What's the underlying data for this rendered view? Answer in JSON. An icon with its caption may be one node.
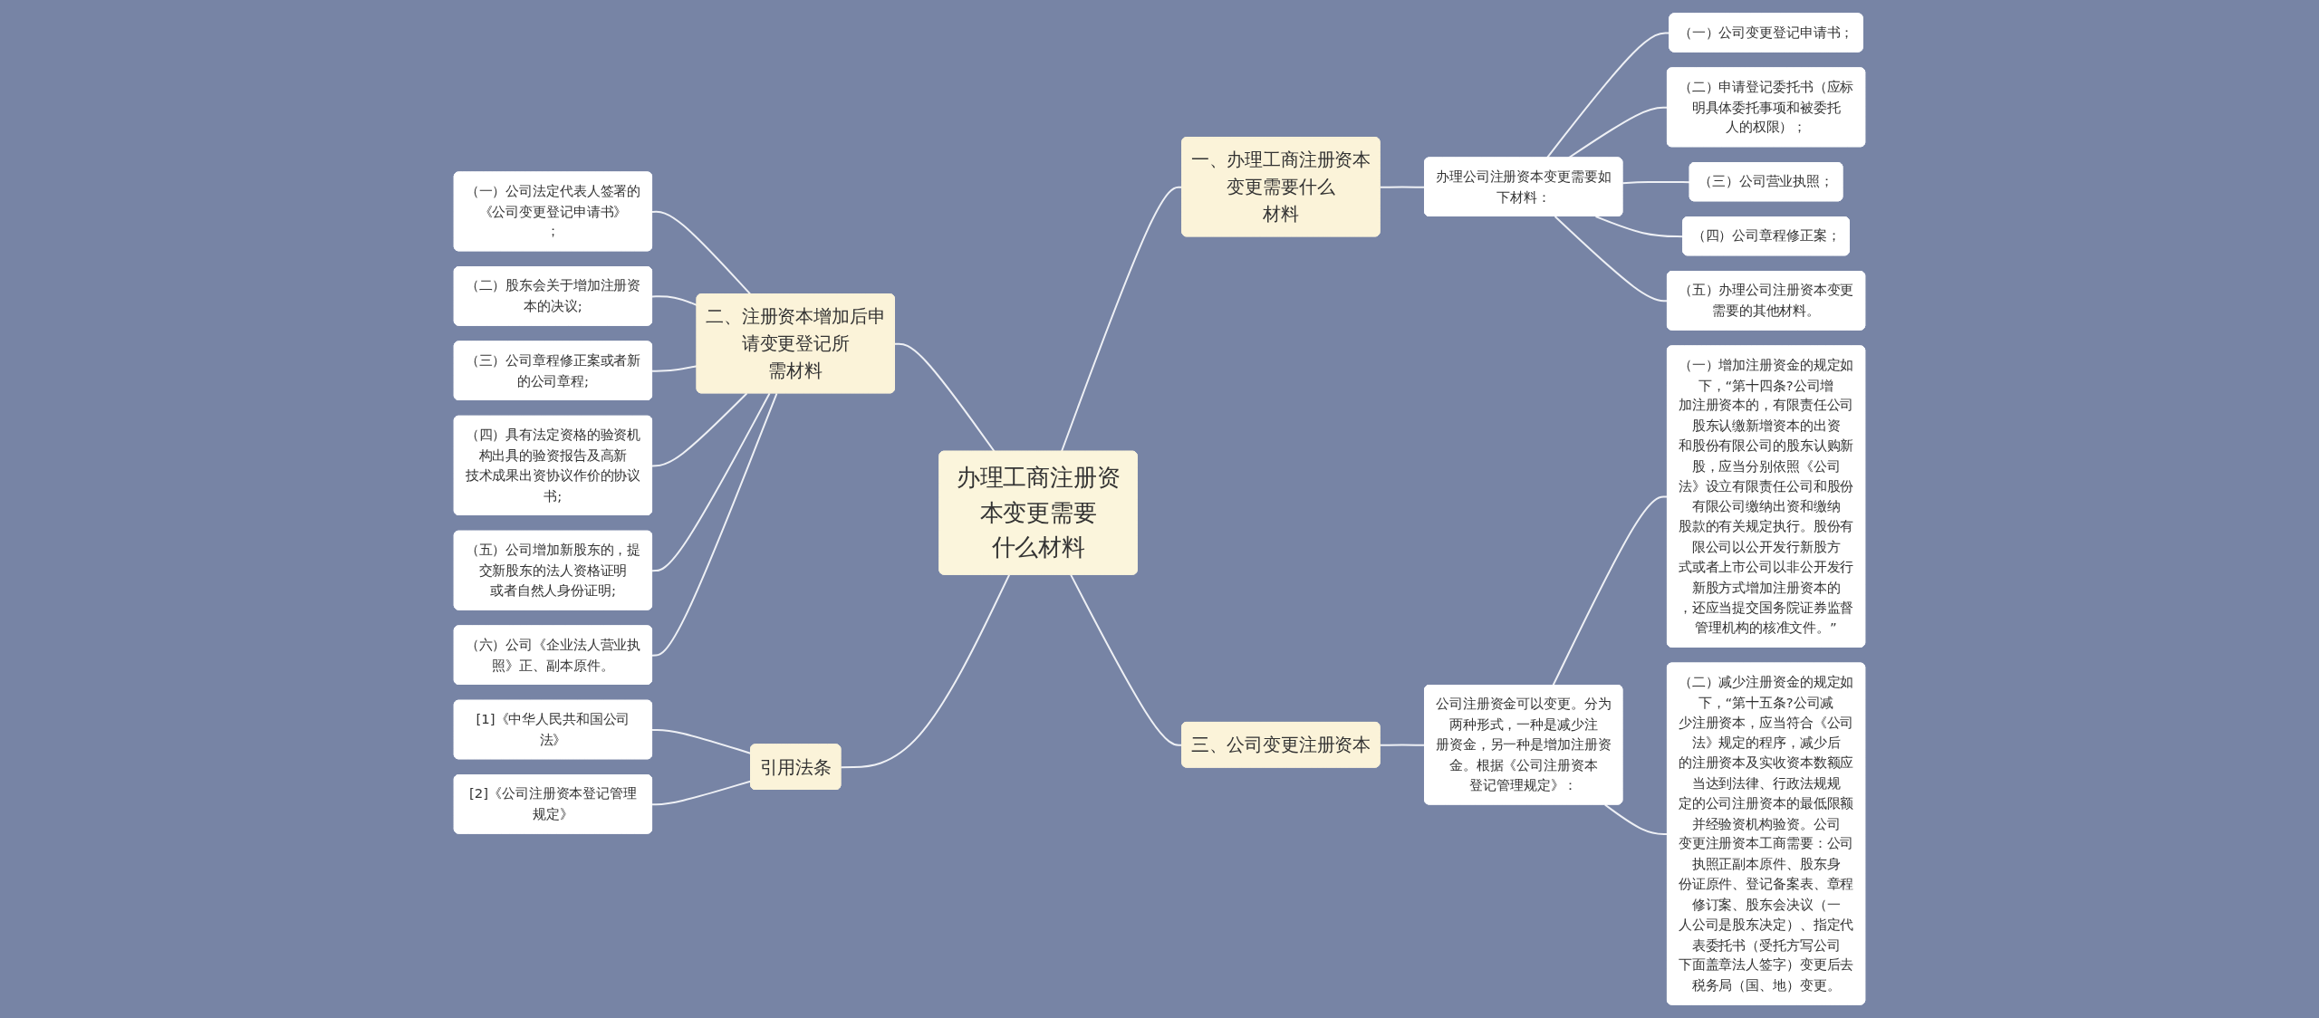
{
  "diagram": {
    "nodes": [
      {
        "text": [
          "办理工商注册资本变更需要什么材料"
        ]
      },
      {
        "text": [
          "一、办理工商注册资本变更需要什么材料"
        ]
      },
      {
        "text": [
          "办理公司注册资本变更需要如下材料："
        ]
      },
      {
        "text": [
          "（一）公司变更登记申请书；"
        ]
      },
      {
        "text": [
          "（二）申请登记委托书（应标明具体委托事项和被委托人的权限）；"
        ]
      },
      {
        "text": [
          "（三）公司营业执照；"
        ]
      },
      {
        "text": [
          "（四）公司章程修正案；"
        ]
      },
      {
        "text": [
          "（五）办理公司注册资本变更需要的其他材料。"
        ]
      },
      {
        "text": [
          "三、公司变更注册资本"
        ]
      },
      {
        "text": [
          "公司注册资金可以变更。分为两种形式，一种是减少注册资金，另一种是增加注册资金。根据《公司注册资本登记管理规定》："
        ]
      },
      {
        "text": [
          "（一）增加注册资金的规定如下，“第十四条?公司增加注册资本的，有限责任公司股东认缴新增资本的出资和股份有限公司的股东认购新股，应当分别依照《公司法》设立有限责任公司和股份有限公司缴纳出资和缴纳股款的有关规定执行。股份有限公司以公开发行新股方式或者上市公司以非公开发行新股方式增加注册资本的，还应当提交国务院证券监督管理机构的核准文件。”"
        ]
      },
      {
        "text": [
          "（二）减少注册资金的规定如下，“第十五条?公司减少注册资本，应当符合《公司法》规定的程序，减少后的注册资本及实收资本数额应当达到法律、行政法规规定的公司注册资本的最低限额并经验资机构验资。公司变更注册资本工商需要：公司执照正副本原件、股东身份证原件、登记备案表、章程修订案、股东会决议（一人公司是股东决定）、指定代表委托书（受托方写公司下面盖章法人签字）变更后去税务局（国、地）变更。"
        ]
      },
      {
        "text": [
          "二、注册资本增加后申请变更登记所需材料"
        ]
      },
      {
        "text": [
          "（一）公司法定代表人签署的《公司变更登记申请书》；"
        ]
      },
      {
        "text": [
          "（二）股东会关于增加注册资本的决议;"
        ]
      },
      {
        "text": [
          "（三）公司章程修正案或者新的公司章程;"
        ]
      },
      {
        "text": [
          "（四）具有法定资格的验资机构出具的验资报告及高新技术成果出资协议作价的协议书;"
        ]
      },
      {
        "text": [
          "（五）公司增加新股东的，提交新股东的法人资格证明或者自然人身份证明;"
        ]
      },
      {
        "text": [
          "（六）公司《企业法人营业执照》正、副本原件。"
        ]
      },
      {
        "text": [
          "引用法条"
        ]
      },
      {
        "text": [
          "[1]《中华人民共和国公司法》"
        ]
      },
      {
        "text": [
          "[2]《公司注册资本登记管理规定》"
        ]
      }
    ],
    "edges": [
      {
        "from": 0,
        "to": 1,
        "arrow": "none"
      },
      {
        "from": 1,
        "to": 2,
        "arrow": "none"
      },
      {
        "from": 2,
        "to": 3,
        "arrow": "none"
      },
      {
        "from": 2,
        "to": 4,
        "arrow": "none"
      },
      {
        "from": 2,
        "to": 5,
        "arrow": "none"
      },
      {
        "from": 2,
        "to": 6,
        "arrow": "none"
      },
      {
        "from": 2,
        "to": 7,
        "arrow": "none"
      },
      {
        "from": 0,
        "to": 8,
        "arrow": "none"
      },
      {
        "from": 8,
        "to": 9,
        "arrow": "none"
      },
      {
        "from": 9,
        "to": 10,
        "arrow": "none"
      },
      {
        "from": 9,
        "to": 11,
        "arrow": "none"
      },
      {
        "from": 12,
        "to": 0,
        "arrow": "none"
      },
      {
        "from": 13,
        "to": 12,
        "arrow": "none"
      },
      {
        "from": 14,
        "to": 12,
        "arrow": "none"
      },
      {
        "from": 15,
        "to": 12,
        "arrow": "none"
      },
      {
        "from": 16,
        "to": 12,
        "arrow": "none"
      },
      {
        "from": 17,
        "to": 12,
        "arrow": "none"
      },
      {
        "from": 18,
        "to": 12,
        "arrow": "none"
      },
      {
        "from": 19,
        "to": 0,
        "arrow": "none"
      },
      {
        "from": 20,
        "to": 19,
        "arrow": "none"
      },
      {
        "from": 21,
        "to": 19,
        "arrow": "none"
      }
    ]
  }
}
